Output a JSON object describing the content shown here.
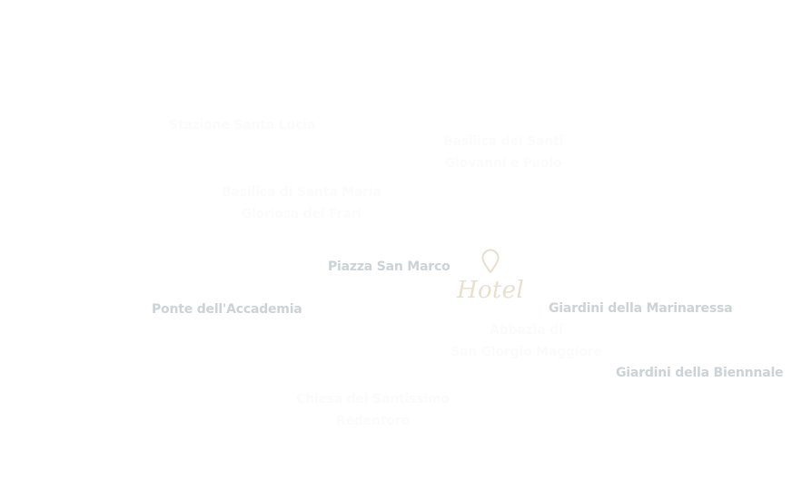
{
  "map": {
    "background_color": "#ffffff",
    "label_color": "#ccd2d5",
    "faint_label_color": "#fbfbfb",
    "hotel": {
      "label": "Hotel",
      "icon": "map-pin-icon",
      "color": "#e8e0cf"
    },
    "landmarks": [
      {
        "name": "Piazza San Marco",
        "style": "gray"
      },
      {
        "name": "Ponte dell'Accademia",
        "style": "gray"
      },
      {
        "name": "Giardini della Marinaressa",
        "style": "gray"
      },
      {
        "name": "Giardini della Biennnale",
        "style": "gray"
      },
      {
        "name": "Stazione Santa Lucia",
        "style": "faint"
      },
      {
        "name_lines": [
          "Basilica dei Santi",
          "Giovanni e Paolo"
        ],
        "style": "faint"
      },
      {
        "name_lines": [
          "Basilica di Santa Maria",
          "Gloriosa dei Frari"
        ],
        "style": "faint"
      },
      {
        "name_lines": [
          "Abbazia di",
          "San Giorgio Maggiore"
        ],
        "style": "faint"
      },
      {
        "name_lines": [
          "Chiesa del Santissimo",
          "Redentore"
        ],
        "style": "faint"
      }
    ]
  }
}
